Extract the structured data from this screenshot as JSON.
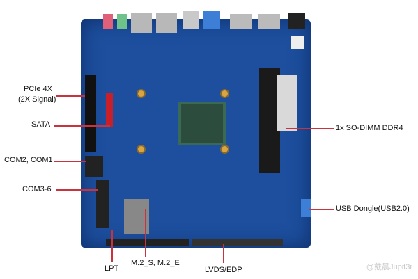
{
  "labels": {
    "pcie": "PCIe 4X",
    "pcie_sub": "(2X Signal)",
    "sata": "SATA",
    "com12": "COM2, COM1",
    "com36": "COM3-6",
    "lpt": "LPT",
    "m2": "M.2_S, M.2_E",
    "lvds": "LVDS/EDP",
    "sodimm": "1x SO-DIMM DDR4",
    "usb": "USB Dongle(USB2.0)"
  },
  "watermark": "@戴晨Jupit3r",
  "colors": {
    "board": "#1d4f9e",
    "callout": "#c8333d"
  }
}
